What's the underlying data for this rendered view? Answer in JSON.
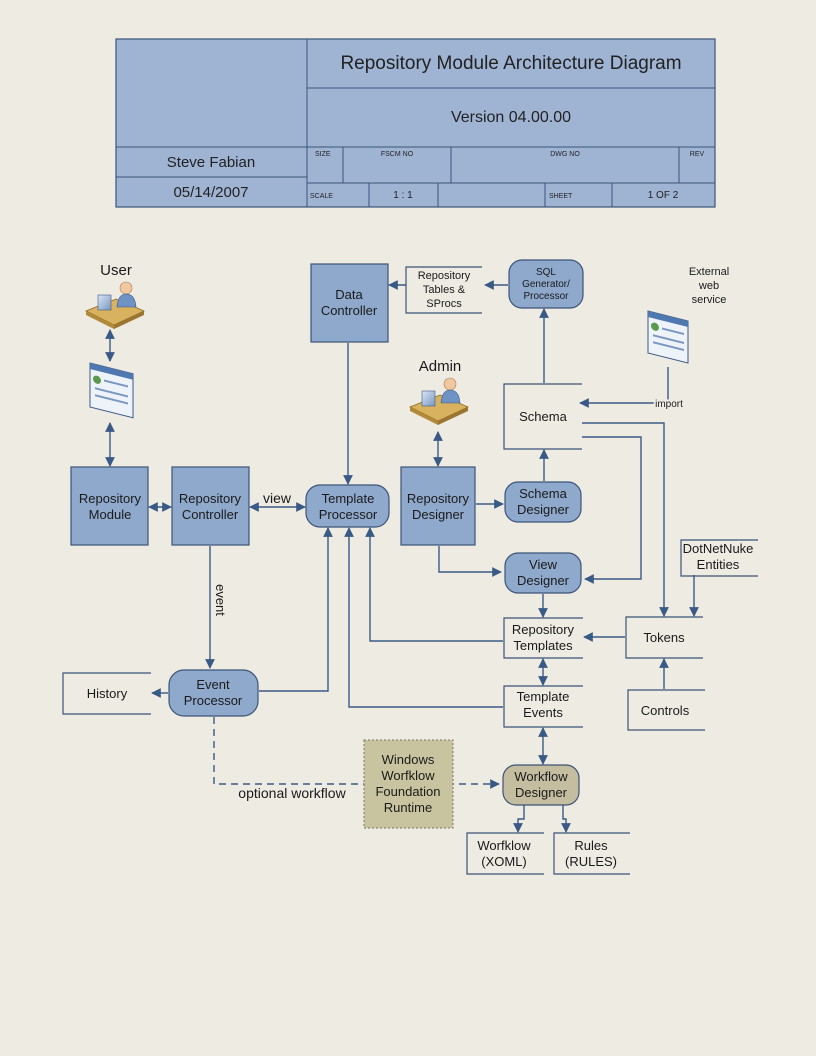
{
  "title_block": {
    "title": "Repository Module Architecture Diagram",
    "version": "Version 04.00.00",
    "author": "Steve Fabian",
    "date": "05/14/2007",
    "size_label": "SIZE",
    "fscm_label": "FSCM NO",
    "dwg_label": "DWG NO",
    "rev_label": "REV",
    "scale_label": "SCALE",
    "scale_value": "1 : 1",
    "sheet_label": "SHEET",
    "sheet_value": "1 OF 2"
  },
  "actors": {
    "user": "User",
    "admin": "Admin"
  },
  "nodes": {
    "repository_module": [
      "Repository",
      "Module"
    ],
    "repository_controller": [
      "Repository",
      "Controller"
    ],
    "template_processor": [
      "Template",
      "Processor"
    ],
    "data_controller": [
      "Data",
      "Controller"
    ],
    "repository_designer": [
      "Repository",
      "Designer"
    ],
    "schema_designer": [
      "Schema",
      "Designer"
    ],
    "view_designer": [
      "View",
      "Designer"
    ],
    "sql_generator": [
      "SQL",
      "Generator/",
      "Processor"
    ],
    "repo_tables": [
      "Repository",
      "Tables &",
      "SProcs"
    ],
    "schema": [
      "Schema"
    ],
    "external_ws": [
      "External",
      "web",
      "service"
    ],
    "dnn_entities": [
      "DotNetNuke",
      "Entities"
    ],
    "tokens": [
      "Tokens"
    ],
    "controls": [
      "Controls"
    ],
    "repository_templates": [
      "Repository",
      "Templates"
    ],
    "template_events": [
      "Template",
      "Events"
    ],
    "history": [
      "History"
    ],
    "event_processor": [
      "Event",
      "Processor"
    ],
    "wwf_runtime": [
      "Windows",
      "Worfklow",
      "Foundation",
      "Runtime"
    ],
    "workflow_designer": [
      "Workflow",
      "Designer"
    ],
    "workflow_xoml": [
      "Worfklow",
      "(XOML)"
    ],
    "rules": [
      "Rules",
      "(RULES)"
    ]
  },
  "edge_labels": {
    "view": "view",
    "event": "event",
    "import": "import",
    "optional_workflow": "optional workflow"
  },
  "colors": {
    "background": "#eeebe3",
    "box_fill": "#8fa9cc",
    "box_stroke": "#3b5478",
    "title_fill": "#9fb3d3",
    "arrow": "#3a5a86",
    "runtime_fill": "#c9c4a0",
    "workflow_fill": "#c4bda0"
  }
}
